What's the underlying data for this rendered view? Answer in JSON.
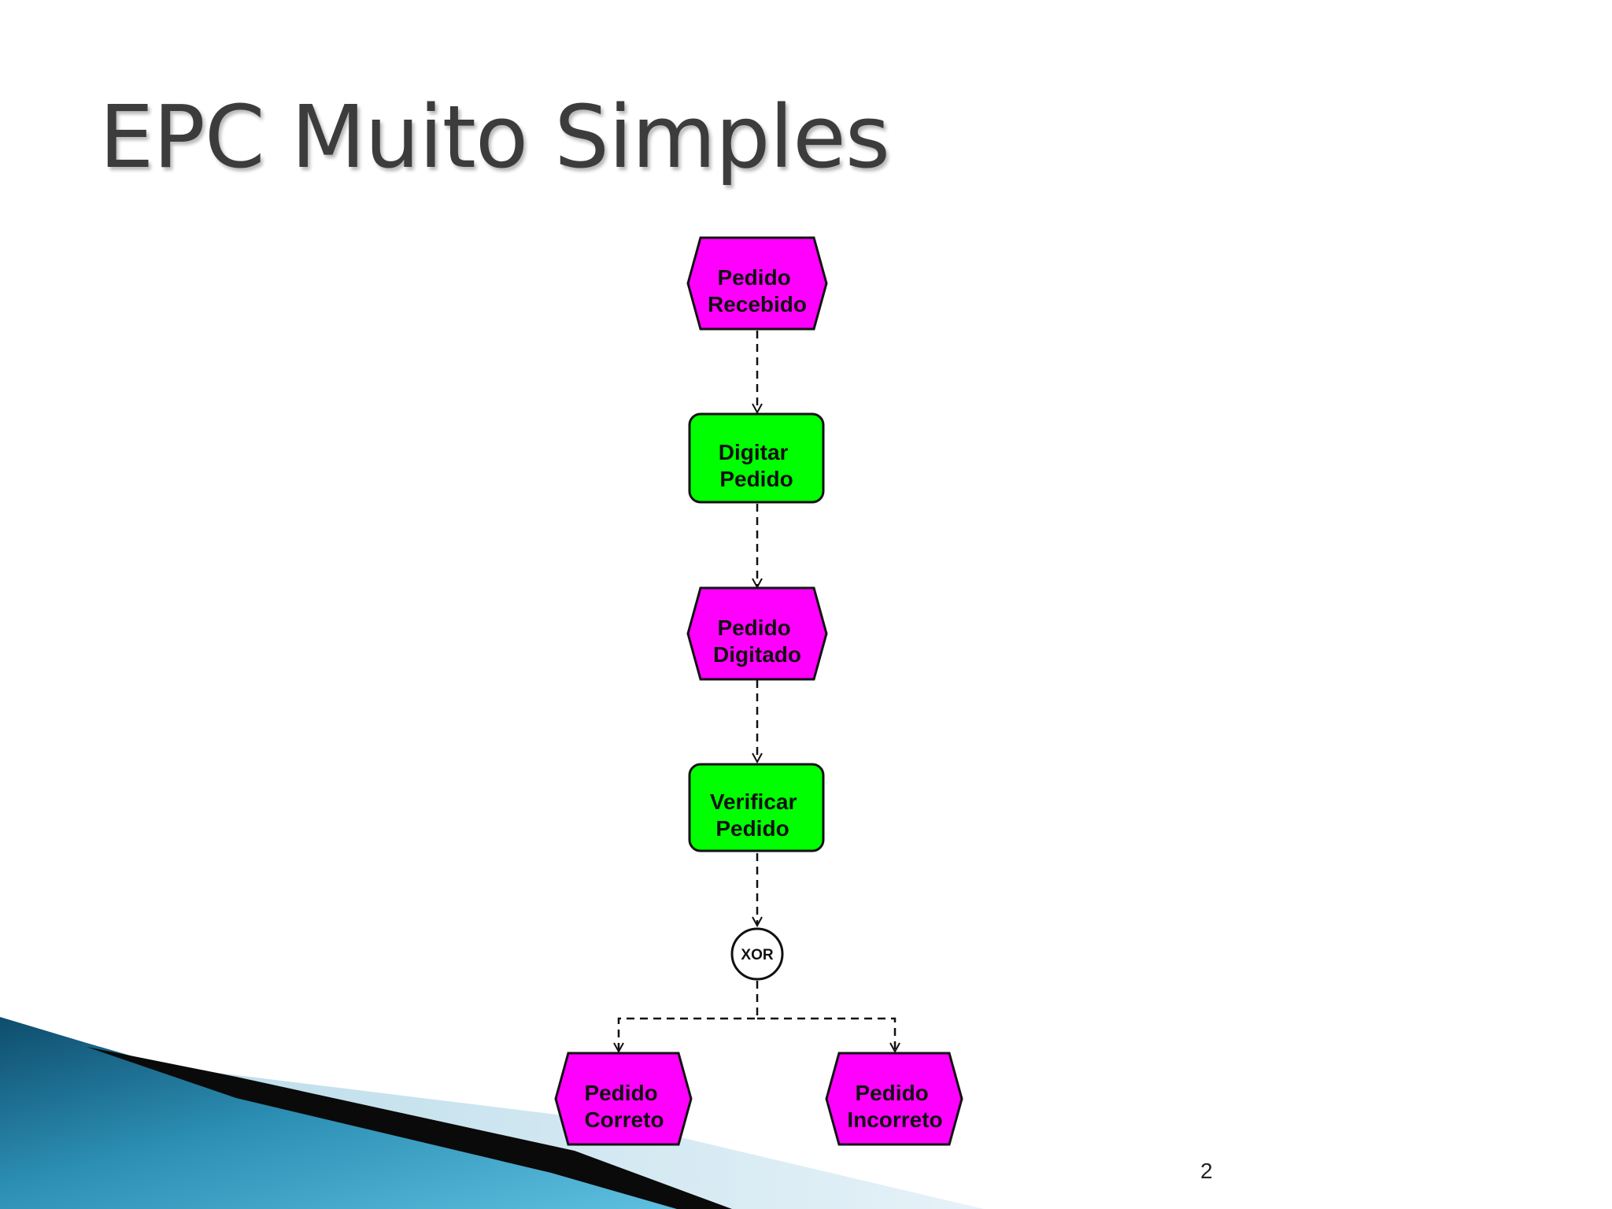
{
  "slide": {
    "title": "EPC Muito Simples",
    "page_number": "2"
  },
  "colors": {
    "event": "#ff00ff",
    "function": "#00ff00",
    "stroke": "#111111",
    "title": "#3c3c3c"
  },
  "diagram": {
    "nodes": [
      {
        "id": "n1",
        "kind": "event",
        "lines": [
          "Pedido",
          "Recebido"
        ]
      },
      {
        "id": "n2",
        "kind": "function",
        "lines": [
          "Digitar",
          "Pedido"
        ]
      },
      {
        "id": "n3",
        "kind": "event",
        "lines": [
          "Pedido",
          "Digitado"
        ]
      },
      {
        "id": "n4",
        "kind": "function",
        "lines": [
          "Verificar",
          "Pedido"
        ]
      },
      {
        "id": "n5",
        "kind": "connector",
        "lines": [
          "XOR"
        ]
      },
      {
        "id": "n6",
        "kind": "event",
        "lines": [
          "Pedido",
          "Correto"
        ]
      },
      {
        "id": "n7",
        "kind": "event",
        "lines": [
          "Pedido",
          "Incorreto"
        ]
      }
    ],
    "edges": [
      {
        "from": "n1",
        "to": "n2"
      },
      {
        "from": "n2",
        "to": "n3"
      },
      {
        "from": "n3",
        "to": "n4"
      },
      {
        "from": "n4",
        "to": "n5"
      },
      {
        "from": "n5",
        "to": "n6"
      },
      {
        "from": "n5",
        "to": "n7"
      }
    ]
  }
}
